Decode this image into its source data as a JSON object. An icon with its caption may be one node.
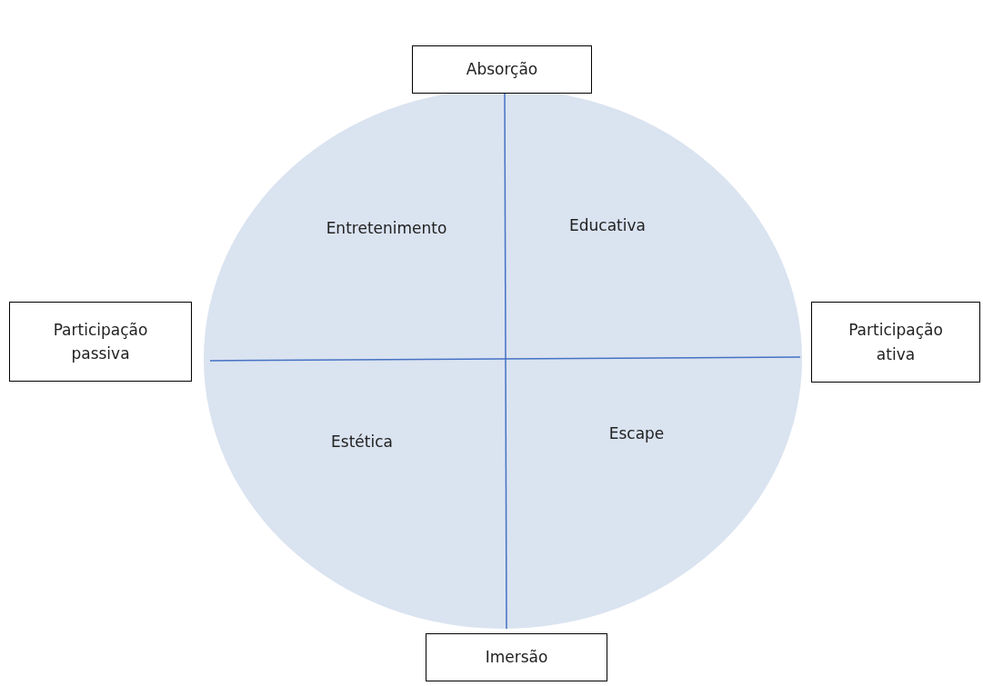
{
  "diagram": {
    "nodes": [
      {
        "text": [
          "Absorção"
        ]
      },
      {
        "text": [
          "Participação passiva"
        ]
      },
      {
        "text": [
          "Participação ativa"
        ]
      },
      {
        "text": [
          "Imersão"
        ]
      }
    ],
    "labels": [
      "Entretenimento",
      "Educativa",
      "Estética",
      "Escape"
    ]
  }
}
